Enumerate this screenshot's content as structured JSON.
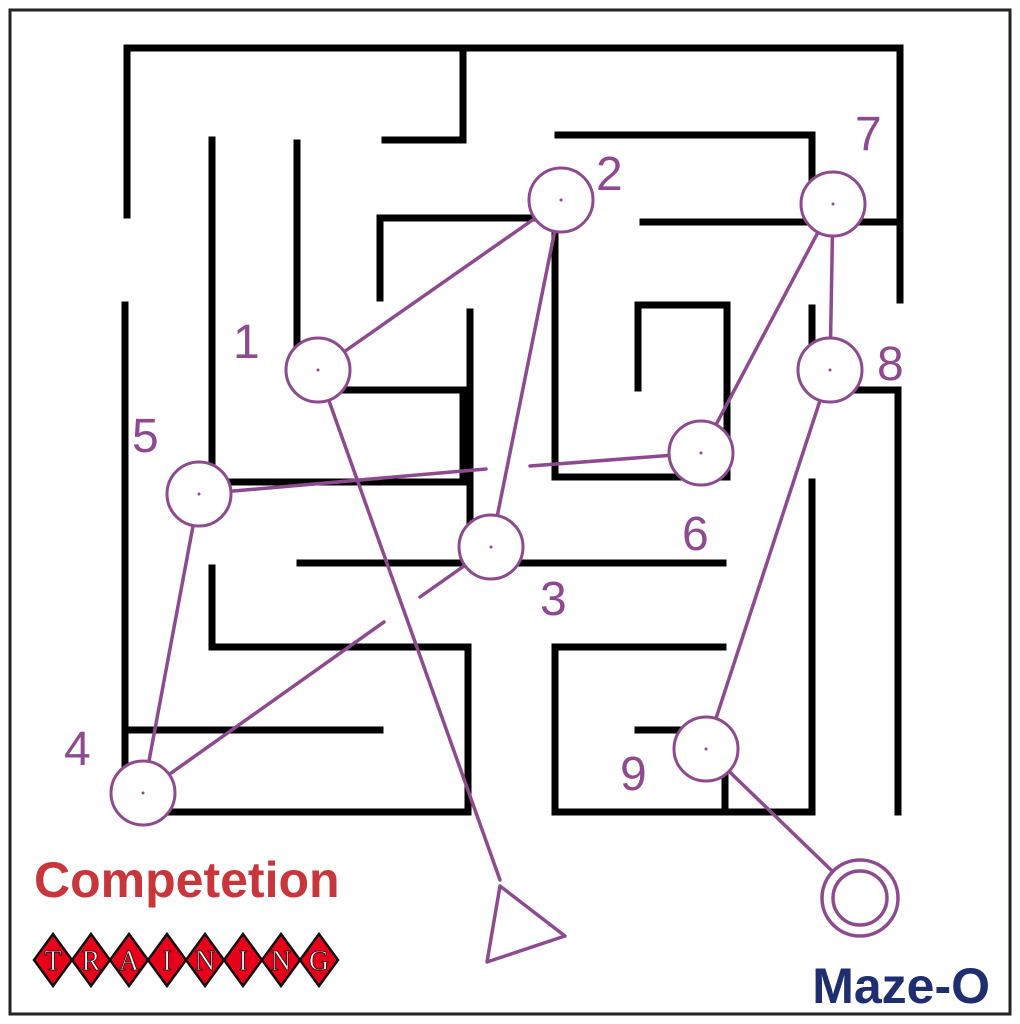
{
  "title": "Maze-O",
  "brand": {
    "headline": "Competetion",
    "badge_letters": [
      "T",
      "R",
      "A",
      "I",
      "N",
      "I",
      "N",
      "G"
    ],
    "headline_color": "#c8353a",
    "diamond_color": "#e8001a"
  },
  "colors": {
    "wall": "#000000",
    "path": "#8e4a8e",
    "title": "#1f2e6e",
    "border": "#222222"
  },
  "start_symbol": "triangle",
  "finish_symbol": "double-circle",
  "checkpoints": [
    {
      "label": "1"
    },
    {
      "label": "2"
    },
    {
      "label": "3"
    },
    {
      "label": "4"
    },
    {
      "label": "5"
    },
    {
      "label": "6"
    },
    {
      "label": "7"
    },
    {
      "label": "8"
    },
    {
      "label": "9"
    }
  ],
  "route": [
    "start",
    "1",
    "2",
    "3",
    "4",
    "5",
    "6",
    "7",
    "8",
    "9",
    "finish"
  ]
}
